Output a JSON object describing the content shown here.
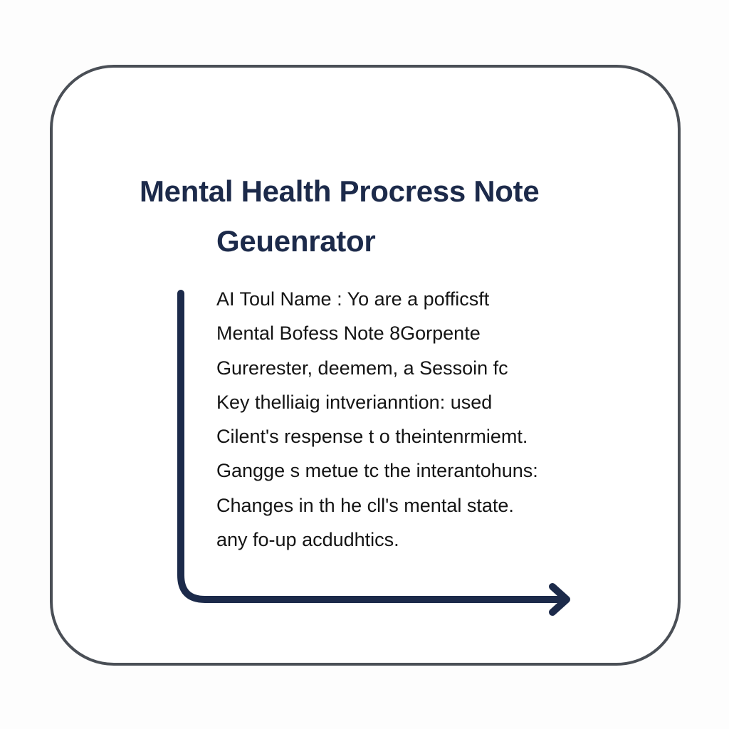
{
  "title": {
    "line1": "Mental Health Procress Note",
    "line2": "Geuenrator"
  },
  "body_lines": [
    "AI Toul Name : Yo are a pofficsft",
    "Mental Bofess Note 8Gorpente",
    "Gurerester, deemem, a Sessoin fc",
    "Key thelliaig intverianntion: used",
    "Cilent's respense t o theintenrmiemt.",
    "Gangge s metue tc the interantohuns:",
    "Changes in th he cll's mental state.",
    "any fo-up acdudhtics."
  ],
  "colors": {
    "frame": "#4a4f56",
    "title": "#1c2a4a",
    "connector": "#1c2a4a",
    "text": "#141414",
    "background": "#fdfdfd"
  },
  "icons": {
    "connector": "right-angle-arrow-icon"
  }
}
